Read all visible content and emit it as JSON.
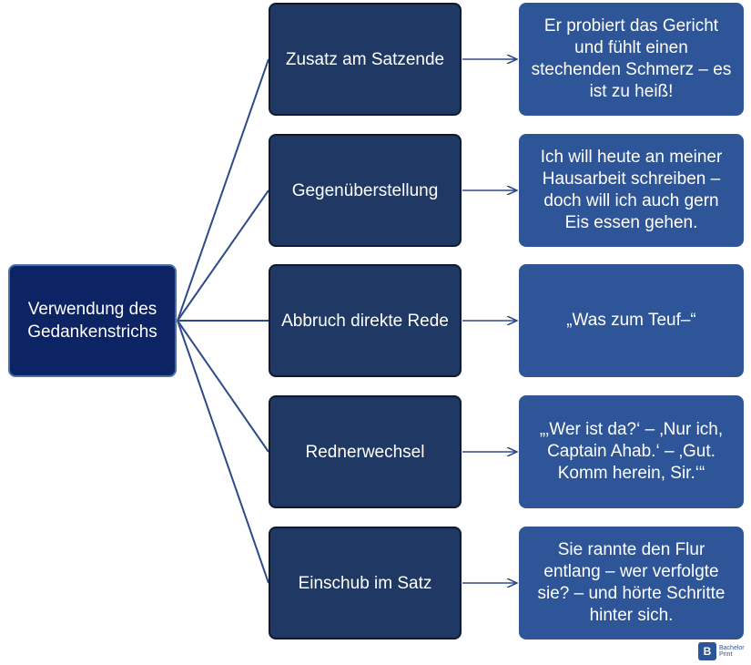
{
  "root": {
    "label": "Verwendung des Gedankenstrichs"
  },
  "branches": [
    {
      "category": "Zusatz am Satzende",
      "example": "Er probiert das Gericht und fühlt einen stechenden Schmerz – es ist zu heiß!"
    },
    {
      "category": "Gegenüberstellung",
      "example": "Ich will heute an meiner Hausarbeit schreiben – doch will ich auch gern Eis essen gehen."
    },
    {
      "category": "Abbruch direkte Rede",
      "example": "„Was zum Teuf–“"
    },
    {
      "category": "Rednerwechsel",
      "example": "„‚Wer ist da?‘ – ‚Nur ich, Captain Ahab.‘ – ‚Gut. Komm herein, Sir.‘“"
    },
    {
      "category": "Einschub im Satz",
      "example": "Sie rannte den Flur entlang – wer verfolgte sie? – und hörte Schritte hinter sich."
    }
  ],
  "logo": {
    "mark": "B",
    "line1": "Bachelor",
    "line2": "Print"
  },
  "colors": {
    "root": "#0c2463",
    "category": "#1f3864",
    "example": "#2e5597",
    "connector": "#2e4a8a"
  }
}
